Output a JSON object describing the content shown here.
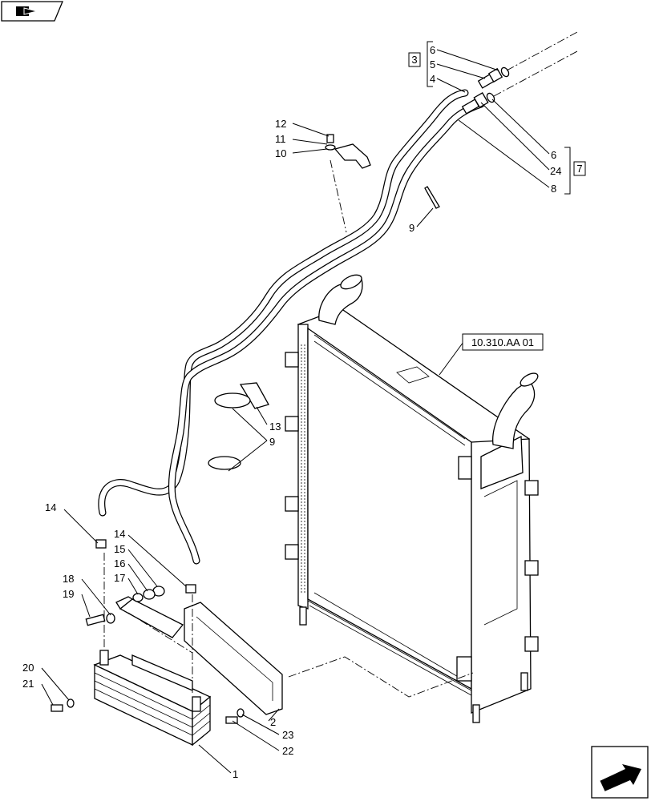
{
  "nav": {
    "prev_icon": "book-arrow-icon",
    "next_icon": "next-page-arrow-icon"
  },
  "callouts": {
    "c1": "1",
    "c2": "2",
    "c3": "3",
    "c4": "4",
    "c5": "5",
    "c6a": "6",
    "c6b": "6",
    "c7": "7",
    "c8": "8",
    "c9a": "9",
    "c9b": "9",
    "c10": "10",
    "c11": "11",
    "c12": "12",
    "c13": "13",
    "c14a": "14",
    "c14b": "14",
    "c15": "15",
    "c16": "16",
    "c17": "17",
    "c18": "18",
    "c19": "19",
    "c20": "20",
    "c21": "21",
    "c22": "22",
    "c23": "23",
    "c24": "24",
    "ref": "10.310.AA 01"
  }
}
